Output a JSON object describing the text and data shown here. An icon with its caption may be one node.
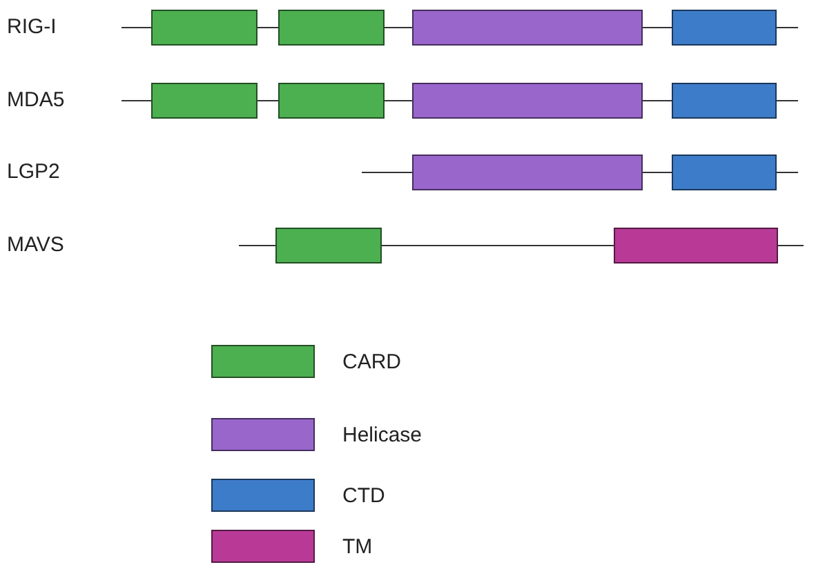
{
  "diagram": {
    "labels": [
      "RIG-I",
      "MDA5",
      "LGP2",
      "MAVS"
    ],
    "legend": [
      {
        "text": "CARD",
        "color": "#4caf50"
      },
      {
        "text": "Helicase",
        "color": "#9966cc"
      },
      {
        "text": "CTD",
        "color": "#3d7cc9"
      },
      {
        "text": "TM",
        "color": "#b83a96"
      }
    ]
  }
}
